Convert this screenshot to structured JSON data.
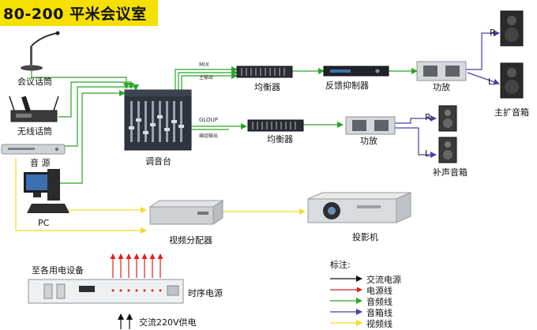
{
  "title": "80-200 平米会议室",
  "devices": {
    "mic": "会议话筒",
    "wireless_mic": "无线话筒",
    "audio_source": "音 源",
    "pc": "PC",
    "mixer": "调音台",
    "eq1": "均衡器",
    "eq2": "均衡器",
    "feedback": "反馈抑制器",
    "amp1": "功放",
    "amp2": "功放",
    "main_speakers": "主扩音箱",
    "fill_speakers": "补声音箱",
    "video_dist": "视频分配器",
    "projector": "投影机",
    "sequencer": "时序电源",
    "to_devices": "至各用电设备",
    "ac_input": "交流220V供电"
  },
  "bus_labels": {
    "mix": "MIX",
    "mix_sub": "主输出",
    "group": "GLOUP",
    "group_sub": "编组输出"
  },
  "channels": {
    "r1": "R",
    "l1": "L",
    "r2": "R",
    "l2": "L"
  },
  "legend": {
    "title": "标注:",
    "items": [
      {
        "label": "交流电源",
        "color": "#111111"
      },
      {
        "label": "电源线",
        "color": "#e0201f"
      },
      {
        "label": "音频线",
        "color": "#2aa52a"
      },
      {
        "label": "音箱线",
        "color": "#4b3fa8"
      },
      {
        "label": "视频线",
        "color": "#f2dc2a"
      }
    ]
  }
}
